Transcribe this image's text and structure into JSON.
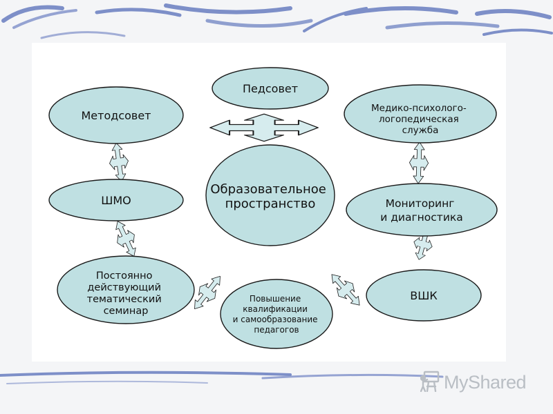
{
  "colors": {
    "node_fill": "#bfe0e2",
    "node_stroke": "#1a1a1a",
    "arrow_fill": "#d6ecee",
    "brush_blue": "#7d8fc8",
    "brand_gray": "#b9bec4"
  },
  "nodes": {
    "pedsovet": [
      "Педсовет"
    ],
    "metodsovet": [
      "Методсовет"
    ],
    "med_service": [
      "Медико-психолого-",
      "логопедическая",
      "служба"
    ],
    "edu_space": [
      "Образовательное",
      "пространство"
    ],
    "shmo": [
      "ШМО"
    ],
    "monitoring": [
      "Мониторинг",
      "и диагностика"
    ],
    "seminar": [
      "Постоянно",
      "действующий",
      "тематический",
      "семинар"
    ],
    "qualification": [
      "Повышение",
      "квалификации",
      "и самообразование",
      "педагогов"
    ],
    "vshk": [
      "ВШК"
    ]
  },
  "brand": {
    "text": "MyShared",
    "icon": "presenter-icon"
  }
}
